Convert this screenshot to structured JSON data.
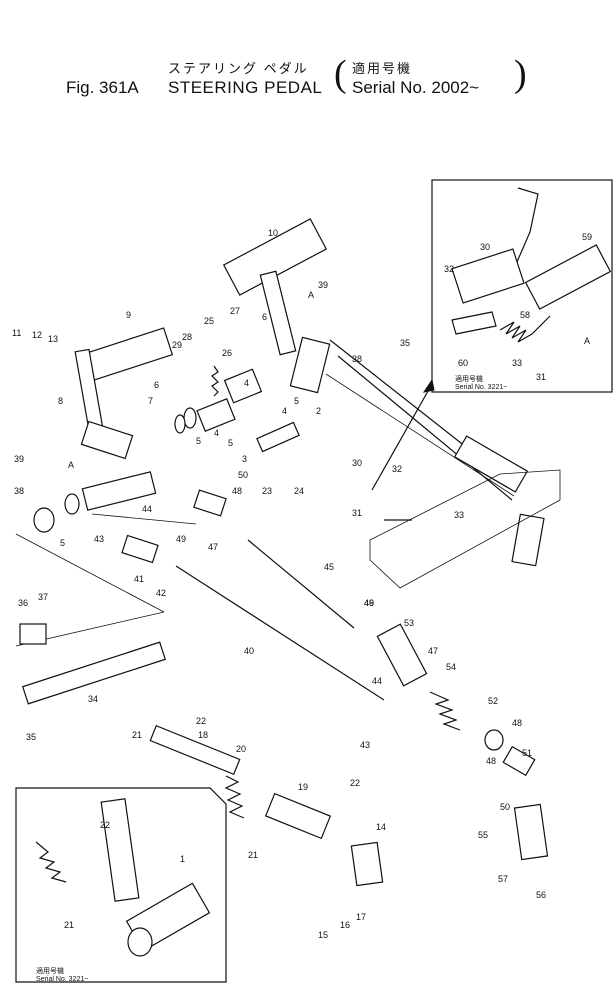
{
  "header": {
    "jp_title": "ステアリング ペダル",
    "jp_applicability": "適用号機",
    "fig_number": "Fig. 361A",
    "fig_title": "STEERING PEDAL",
    "serial": "Serial No. 2002~",
    "paren_open": "(",
    "paren_close": ")"
  },
  "insets": {
    "right": {
      "applicability": "適用号機",
      "serial": "Serial No. 3221~"
    },
    "left": {
      "applicability": "適用号機",
      "serial": "Serial No. 3221~"
    }
  },
  "callouts": [
    "1",
    "2",
    "3",
    "4",
    "4",
    "4",
    "5",
    "5",
    "5",
    "5",
    "6",
    "6",
    "7",
    "8",
    "9",
    "10",
    "11",
    "12",
    "13",
    "14",
    "15",
    "16",
    "17",
    "18",
    "19",
    "20",
    "21",
    "21",
    "21",
    "22",
    "22",
    "22",
    "23",
    "24",
    "25",
    "26",
    "27",
    "28",
    "29",
    "30",
    "30",
    "31",
    "31",
    "32",
    "32",
    "33",
    "33",
    "34",
    "35",
    "35",
    "36",
    "37",
    "38",
    "38",
    "39",
    "39",
    "40",
    "41",
    "42",
    "43",
    "43",
    "44",
    "44",
    "45",
    "46",
    "47",
    "47",
    "48",
    "48",
    "48",
    "49",
    "49",
    "50",
    "50",
    "51",
    "52",
    "53",
    "54",
    "55",
    "56",
    "57",
    "58",
    "59",
    "60",
    "A",
    "A",
    "A"
  ]
}
